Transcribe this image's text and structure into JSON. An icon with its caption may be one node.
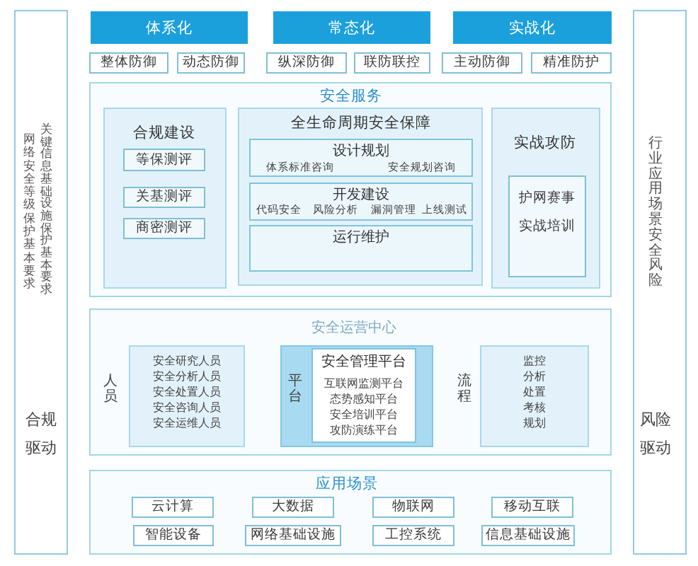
{
  "diagram": {
    "nodes": [
      {
        "text": [
          "网络安全等级保护基本要求",
          "关键信息基础设施保护基本要求",
          "合规驱动"
        ]
      },
      {
        "text": [
          "体系化"
        ]
      },
      {
        "text": [
          "常态化"
        ]
      },
      {
        "text": [
          "实战化"
        ]
      },
      {
        "text": [
          "整体防御"
        ]
      },
      {
        "text": [
          "动态防御"
        ]
      },
      {
        "text": [
          "纵深防御"
        ]
      },
      {
        "text": [
          "联防联控"
        ]
      },
      {
        "text": [
          "主动防御"
        ]
      },
      {
        "text": [
          "精准防护"
        ]
      },
      {
        "text": [
          "安全服务"
        ]
      },
      {
        "text": [
          "合规建设"
        ],
        "in": 10
      },
      {
        "text": [
          "等保测评"
        ],
        "in": 11
      },
      {
        "text": [
          "关基测评"
        ],
        "in": 11
      },
      {
        "text": [
          "商密测评"
        ],
        "in": 11
      },
      {
        "text": [
          "全生命周期安全保障"
        ],
        "in": 10
      },
      {
        "text": [
          "设计规划",
          "体系标准咨询",
          "安全规划咨询"
        ],
        "in": 15
      },
      {
        "text": [
          "开发建设",
          "代码安全",
          "风险分析",
          "漏洞管理",
          "上线测试"
        ],
        "in": 15
      },
      {
        "text": [
          "运行维护"
        ],
        "in": 15
      },
      {
        "text": [
          "实战攻防"
        ],
        "in": 10
      },
      {
        "text": [
          "护网赛事",
          "实战培训"
        ],
        "in": 19
      },
      {
        "text": [
          "安全运营中心"
        ]
      },
      {
        "text": [
          "安全研究人员",
          "安全分析人员",
          "安全处置人员",
          "安全咨询人员",
          "安全运维人员"
        ],
        "beside": [
          "人员"
        ],
        "in": 21
      },
      {
        "text": [
          "平台"
        ],
        "in": 21
      },
      {
        "text": [
          "安全管理平台",
          "互联网监测平台",
          "态势感知平台",
          "安全培训平台",
          "攻防演练平台"
        ],
        "in": 23
      },
      {
        "text": [
          "监控",
          "分析",
          "处置",
          "考核",
          "规划"
        ],
        "beside": [
          "流程"
        ],
        "in": 21
      },
      {
        "text": [
          "应用场景"
        ]
      },
      {
        "text": [
          "云计算"
        ],
        "in": 26
      },
      {
        "text": [
          "大数据"
        ],
        "in": 26
      },
      {
        "text": [
          "物联网"
        ],
        "in": 26
      },
      {
        "text": [
          "移动互联"
        ],
        "in": 26
      },
      {
        "text": [
          "智能设备"
        ],
        "in": 26
      },
      {
        "text": [
          "网络基础设施"
        ],
        "in": 26
      },
      {
        "text": [
          "工控系统"
        ],
        "in": 26
      },
      {
        "text": [
          "信息基础设施"
        ],
        "in": 26
      },
      {
        "text": [
          "行业应用场景安全风险",
          "风险驱动"
        ]
      }
    ]
  }
}
